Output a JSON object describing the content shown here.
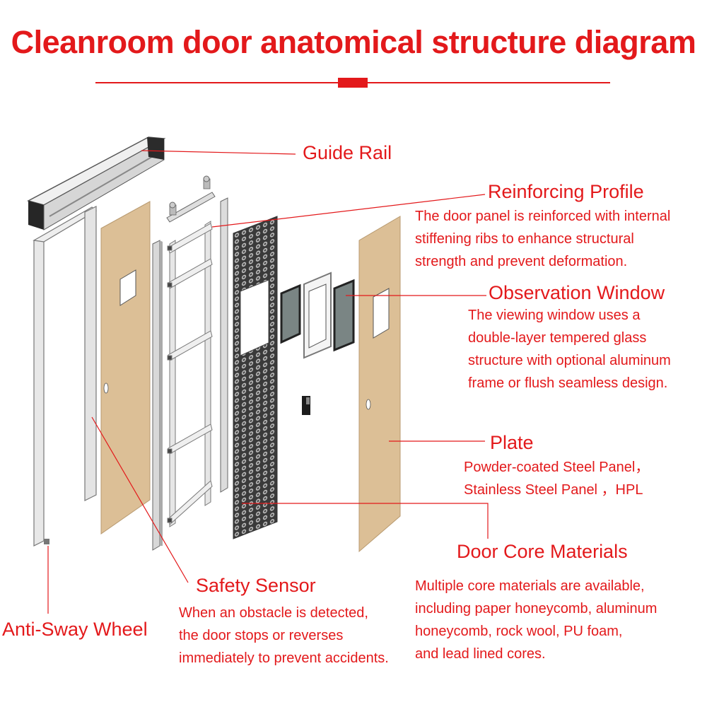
{
  "title": "Cleanroom door anatomical structure diagram",
  "colors": {
    "accent": "#e3191b",
    "panel": "#dcbf96",
    "frame": "#e6e6e6",
    "rail": "#2b2b2b"
  },
  "labels": {
    "guide_rail": {
      "heading": "Guide Rail"
    },
    "reinforcing_profile": {
      "heading": "Reinforcing Profile",
      "lines": [
        "The door panel is reinforced with internal",
        "stiffening ribs to enhance structural",
        "strength and prevent deformation."
      ]
    },
    "observation_window": {
      "heading": "Observation Window",
      "lines": [
        "The viewing window uses a",
        "double-layer tempered glass",
        "structure with optional aluminum",
        "frame or flush seamless design."
      ]
    },
    "plate": {
      "heading": "Plate",
      "lines": [
        "Powder-coated Steel Panel，",
        "Stainless Steel Panel ，HPL"
      ]
    },
    "door_core": {
      "heading": "Door Core Materials",
      "lines": [
        "Multiple core materials are available,",
        "including paper honeycomb, aluminum",
        "honeycomb, rock wool, PU foam,",
        "and lead lined cores."
      ]
    },
    "safety_sensor": {
      "heading": "Safety Sensor",
      "lines": [
        "When an obstacle is detected,",
        "the door stops or reverses",
        "immediately to prevent accidents."
      ]
    },
    "anti_sway_wheel": {
      "heading": "Anti-Sway Wheel"
    }
  }
}
